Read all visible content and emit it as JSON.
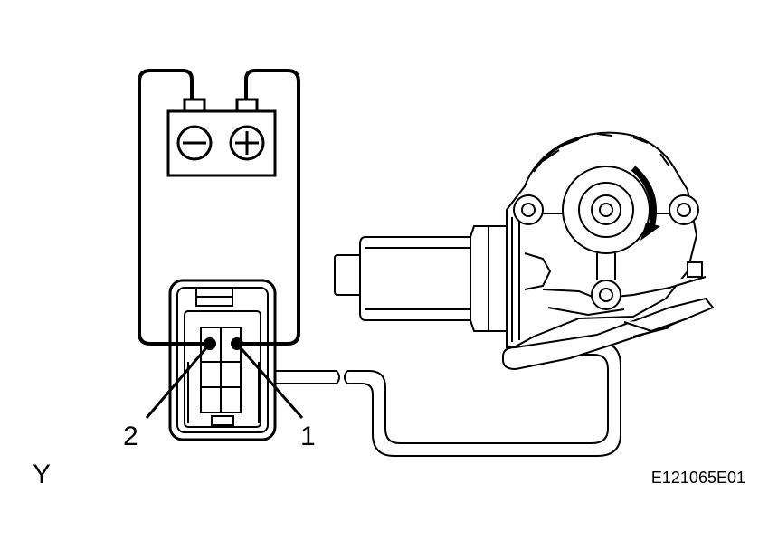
{
  "labels": {
    "terminal_1": "1",
    "terminal_2": "2",
    "view_letter": "Y",
    "figure_code": "E121065E01"
  },
  "battery": {
    "negative_symbol": "minus-sign",
    "positive_symbol": "plus-sign"
  },
  "colors": {
    "line": "#000000",
    "background": "#ffffff"
  }
}
